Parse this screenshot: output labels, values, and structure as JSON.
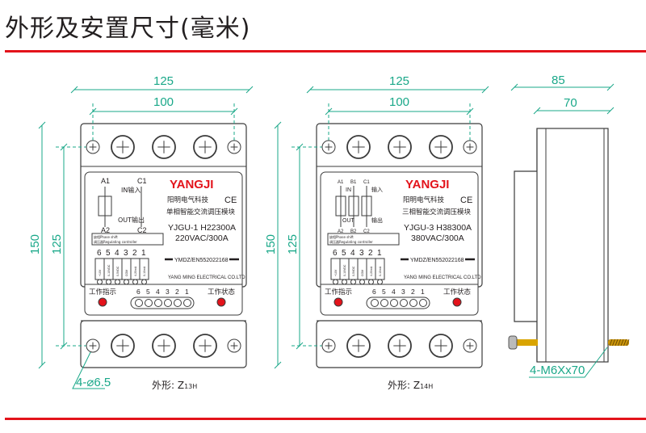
{
  "header": {
    "title": "外形及安置尺寸(毫米)"
  },
  "colors": {
    "accent_red": "#e3131b",
    "dimension_green": "#1aa889",
    "outline": "#3b3b3b",
    "led": "#e3131b",
    "screw_gold": "#d9a400"
  },
  "views": [
    {
      "id": "z13h",
      "caption_prefix": "外形:",
      "caption_model": "Z",
      "caption_sub": "13H",
      "dims": {
        "width_outer": "125",
        "width_inner": "100",
        "height_outer": "150",
        "height_inner": "125"
      },
      "hole_callout": "4-⌀6.5",
      "label": {
        "brand": "YANGJI",
        "company": "阳明电气科技",
        "ce": "CE",
        "product": "单相智能交流调压模块",
        "model": "YJGU-1 H22300A",
        "rating": "220VAC/300A",
        "standard": "YMDZ/EN552022168",
        "maker": "YANG MING ELECTRICAL CO.LTD",
        "circuit_top": [
          "A1",
          "C1"
        ],
        "circuit_bottom": [
          "A2",
          "C2"
        ],
        "in_label": "IN输入",
        "out_label": "OUT输出",
        "legend_1": "缺相Phase shift",
        "legend_2": "调压器Regulating controller"
      },
      "terminals": {
        "numbers": [
          "6",
          "5",
          "4",
          "3",
          "2",
          "1"
        ],
        "signals": [
          "+10V",
          "0-10VDC",
          "0-5VDC",
          "COM",
          "4-20mA",
          "0-10mA"
        ]
      },
      "indicator_left": "工作指示",
      "indicator_right": "工作状态",
      "bottom_numbers": [
        "6",
        "5",
        "4",
        "3",
        "2",
        "1"
      ]
    },
    {
      "id": "z14h",
      "caption_prefix": "外形:",
      "caption_model": "Z",
      "caption_sub": "14H",
      "dims": {
        "width_outer": "125",
        "width_inner": "100",
        "height_outer": "150",
        "height_inner": "125"
      },
      "label": {
        "brand": "YANGJI",
        "company": "阳明电气科技",
        "ce": "CE",
        "product": "三相智能交流调压模块",
        "model": "YJGU-3 H38300A",
        "rating": "380VAC/300A",
        "standard": "YMDZ/EN552022168",
        "maker": "YANG MING ELECTRICAL CO.LTD",
        "circuit_top": [
          "A1",
          "B1",
          "C1"
        ],
        "circuit_bottom": [
          "A2",
          "B2",
          "C2"
        ],
        "in_label": "IN",
        "in_label_cn": "输入",
        "out_label": "OUT",
        "out_label_cn": "输出",
        "legend_1": "缺相Phase shift",
        "legend_2": "调压器Regulating controller"
      },
      "terminals": {
        "numbers": [
          "6",
          "5",
          "4",
          "3",
          "2",
          "1"
        ],
        "signals": [
          "+10V",
          "0-10VDC",
          "0-5VDC",
          "COM",
          "4-20mA",
          "0-10mA"
        ]
      },
      "indicator_left": "工作指示",
      "indicator_right": "工作状态",
      "bottom_numbers": [
        "6",
        "5",
        "4",
        "3",
        "2",
        "1"
      ]
    }
  ],
  "side_view": {
    "dims": {
      "depth_outer": "85",
      "depth_inner": "70"
    },
    "screw_callout": "4-M6Xx70"
  }
}
